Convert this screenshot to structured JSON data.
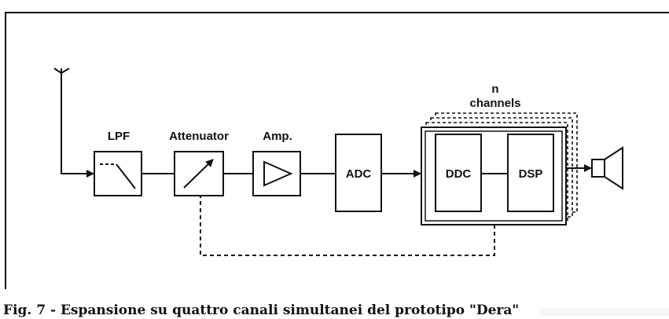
{
  "blocks": {
    "lpf": "LPF",
    "attenuator": "Attenuator",
    "amp": "Amp.",
    "adc": "ADC",
    "ddc": "DDC",
    "dsp": "DSP"
  },
  "channels": {
    "line1": "n",
    "line2": "channels"
  },
  "caption": "Fig. 7 - Espansione su quattro canali simultanei del prototipo \"Dera\"",
  "colors": {
    "ink": "#111111",
    "background": "#ffffff"
  },
  "icons": {
    "antenna": "antenna-icon",
    "lowpass": "lowpass-filter-icon",
    "attenuator": "variable-attenuator-icon",
    "amplifier": "amplifier-triangle-icon",
    "speaker": "speaker-icon"
  }
}
